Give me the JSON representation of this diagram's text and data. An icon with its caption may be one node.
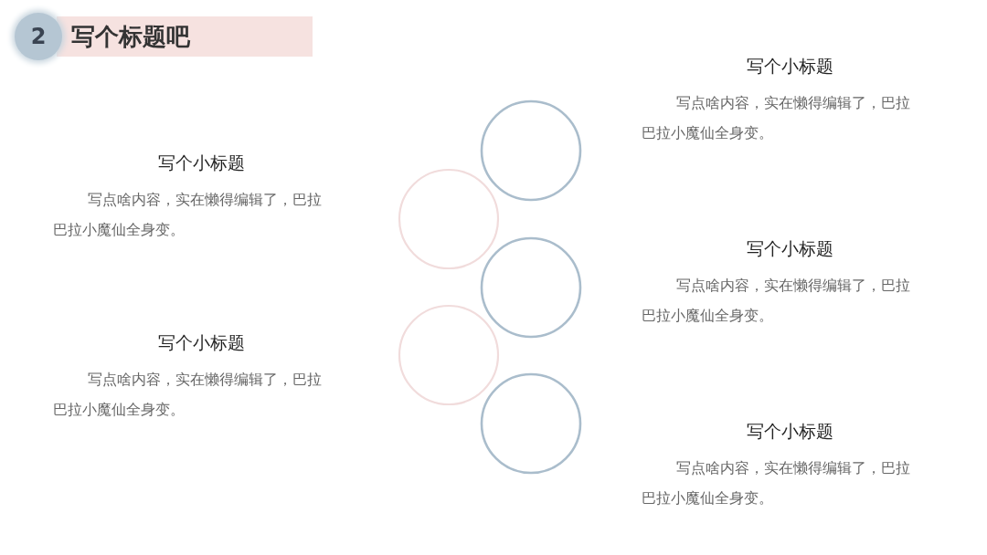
{
  "diagram": {
    "title": "写个标题吧",
    "nodes": [
      {
        "text": [
          "2"
        ]
      },
      {
        "text": [],
        "shape": "circle"
      },
      {
        "text": [],
        "shape": "circle"
      },
      {
        "text": [],
        "shape": "circle"
      },
      {
        "text": [],
        "shape": "circle"
      },
      {
        "text": [],
        "shape": "circle"
      }
    ],
    "labels": [
      "写个小标题",
      "写点啥内容，实在懒得编辑了，巴拉巴拉小魔仙全身变。",
      "写个小标题",
      "写点啥内容，实在懒得编辑了，巴拉巴拉小魔仙全身变。",
      "写个小标题",
      "写点啥内容，实在懒得编辑了，巴拉巴拉小魔仙全身变。",
      "写个小标题",
      "写点啥内容，实在懒得编辑了，巴拉巴拉小魔仙全身变。",
      "写个小标题",
      "写点啥内容，实在懒得编辑了，巴拉巴拉小魔仙全身变。"
    ]
  }
}
